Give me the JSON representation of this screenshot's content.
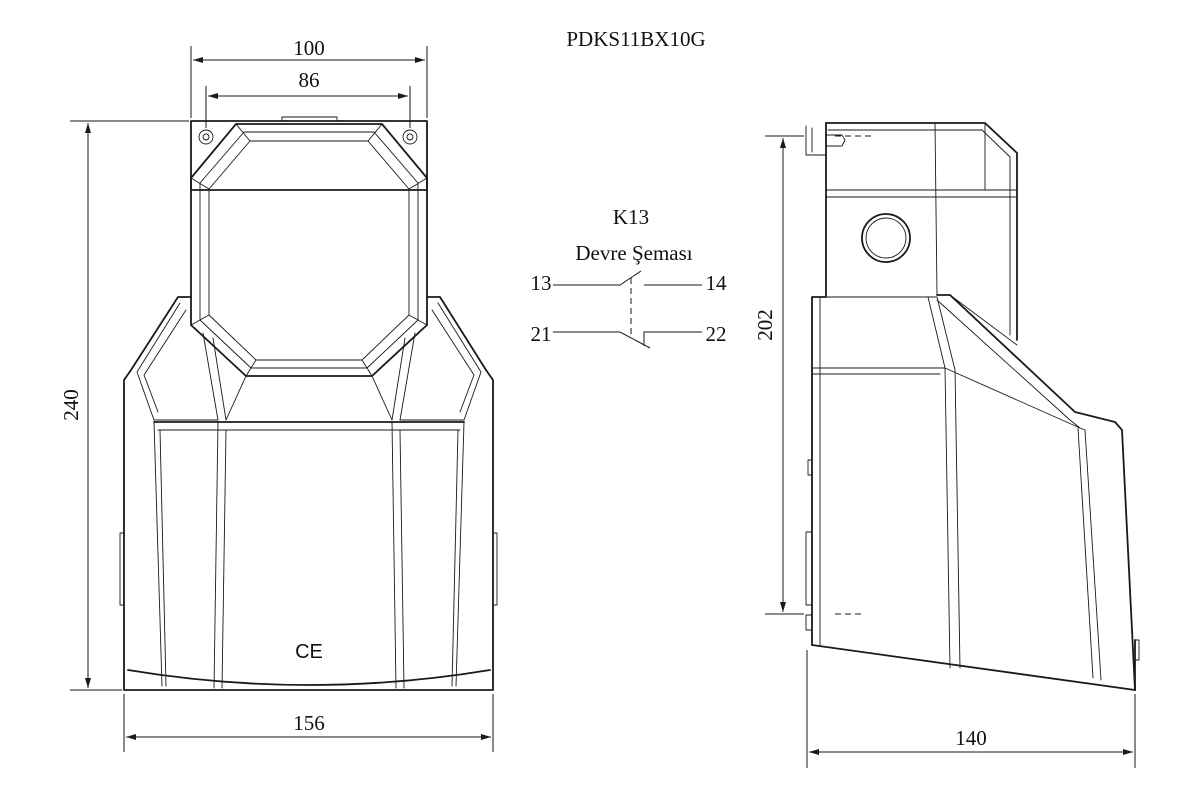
{
  "model_code": "PDKS11BX10G",
  "front_view": {
    "dim_top_outer": "100",
    "dim_top_inner": "86",
    "dim_height": "240",
    "dim_bottom_width": "156",
    "mark": "CE"
  },
  "circuit": {
    "title": "K13",
    "subtitle": "Devre Şeması",
    "terminals": {
      "t13": "13",
      "t14": "14",
      "t21": "21",
      "t22": "22"
    }
  },
  "side_view": {
    "dim_height": "202",
    "dim_depth": "140"
  }
}
